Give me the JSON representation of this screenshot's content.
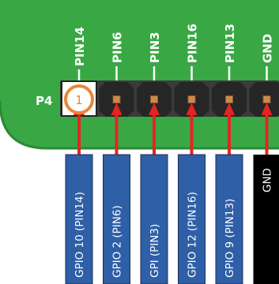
{
  "board": {
    "header_label": "P4",
    "pcb_color": "#39a844",
    "pcb_edge_color": "#2b8a38",
    "pin_one_marker": "1",
    "pin_one_marker_color": "#e8873a"
  },
  "pins": [
    {
      "label": "PIN14",
      "wire": "GPIO 10 (PIN14)",
      "wire_color": "#2e5fa7"
    },
    {
      "label": "PIN6",
      "wire": "GPIO 2 (PIN6)",
      "wire_color": "#2e5fa7"
    },
    {
      "label": "PIN3",
      "wire": "GPI (PIN3)",
      "wire_color": "#2e5fa7"
    },
    {
      "label": "PIN16",
      "wire": "GPIO 12 (PIN16)",
      "wire_color": "#2e5fa7"
    },
    {
      "label": "PIN13",
      "wire": "GPIO 9 (PIN13)",
      "wire_color": "#2e5fa7"
    },
    {
      "label": "GND",
      "wire": "GND",
      "wire_color": "#000000"
    }
  ],
  "arrow_color": "#e52420"
}
